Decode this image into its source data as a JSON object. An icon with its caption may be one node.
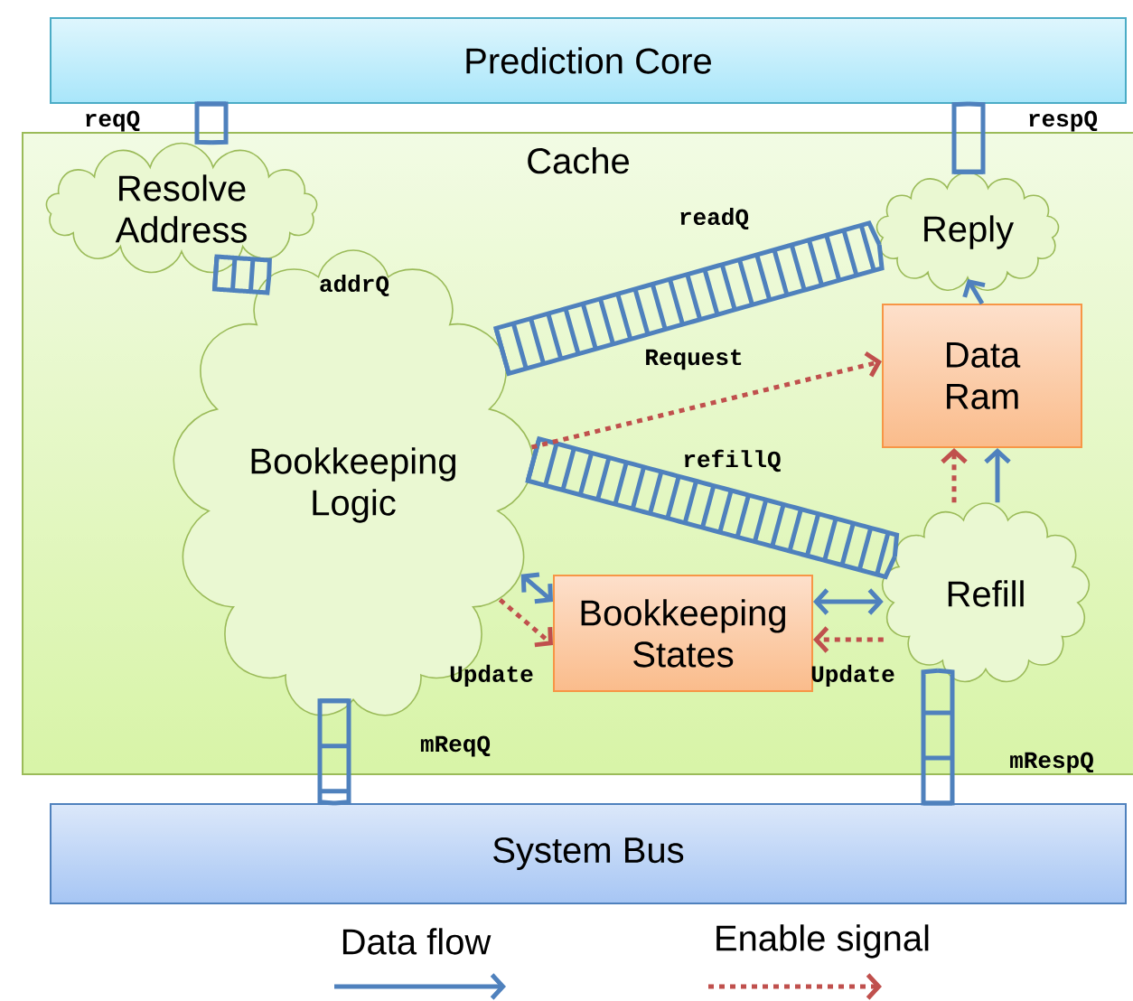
{
  "diagram": {
    "nodes": [
      {
        "text": [
          "Prediction Core"
        ]
      },
      {
        "text": [
          "Cache"
        ]
      },
      {
        "text": [
          "Resolve Address"
        ],
        "in": 1
      },
      {
        "text": [
          "Reply"
        ],
        "in": 1
      },
      {
        "text": [
          "Data Ram"
        ],
        "in": 1
      },
      {
        "text": [
          "Bookkeeping Logic"
        ],
        "in": 1
      },
      {
        "text": [
          "Refill"
        ],
        "in": 1
      },
      {
        "text": [
          "Bookkeeping States"
        ],
        "in": 1
      },
      {
        "text": [
          "System Bus"
        ]
      }
    ],
    "edges": [
      {
        "from": 0,
        "to": 2,
        "arrow": "none",
        "label": "reqQ"
      },
      {
        "from": 2,
        "to": 5,
        "arrow": "none",
        "label": "addrQ"
      },
      {
        "from": 5,
        "to": 3,
        "arrow": "none",
        "label": "readQ"
      },
      {
        "from": 5,
        "to": 6,
        "arrow": "none",
        "label": "refillQ"
      },
      {
        "from": 5,
        "to": 8,
        "arrow": "none",
        "label": "mReqQ"
      },
      {
        "from": 8,
        "to": 6,
        "arrow": "none",
        "label": "mRespQ"
      },
      {
        "from": 3,
        "to": 0,
        "arrow": "none",
        "label": "respQ"
      },
      {
        "from": 4,
        "to": 3,
        "arrow": "to"
      },
      {
        "from": 6,
        "to": 4,
        "arrow": "to"
      },
      {
        "from": 6,
        "to": 4,
        "arrow": "to",
        "style": "dashed",
        "color": "#c0504d"
      },
      {
        "from": 5,
        "to": 4,
        "arrow": "to",
        "style": "dashed",
        "color": "#c0504d",
        "label": "Request"
      },
      {
        "from": 5,
        "to": 7,
        "arrow": "both"
      },
      {
        "from": 5,
        "to": 7,
        "arrow": "to",
        "style": "dashed",
        "color": "#c0504d",
        "label": "Update"
      },
      {
        "from": 7,
        "to": 6,
        "arrow": "both"
      },
      {
        "from": 6,
        "to": 7,
        "arrow": "to",
        "style": "dashed",
        "color": "#c0504d",
        "label": "Update"
      }
    ],
    "legend": [
      {
        "text": "Data flow"
      },
      {
        "text": "Enable signal"
      }
    ]
  }
}
